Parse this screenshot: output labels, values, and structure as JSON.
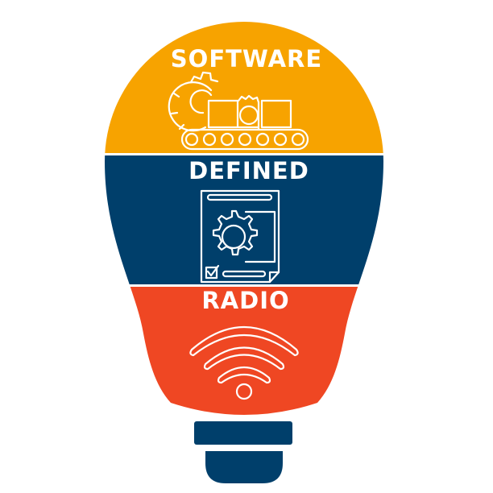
{
  "words": {
    "top": "SOFTWARE",
    "middle": "DEFINED",
    "bottom": "RADIO"
  },
  "icons": {
    "top": "conveyor-gears-icon",
    "middle": "settings-document-icon",
    "bottom": "wifi-signal-icon"
  },
  "colors": {
    "orange": "#F7A300",
    "navy": "#003F6B",
    "red": "#EF4723",
    "white": "#FFFFFF"
  }
}
